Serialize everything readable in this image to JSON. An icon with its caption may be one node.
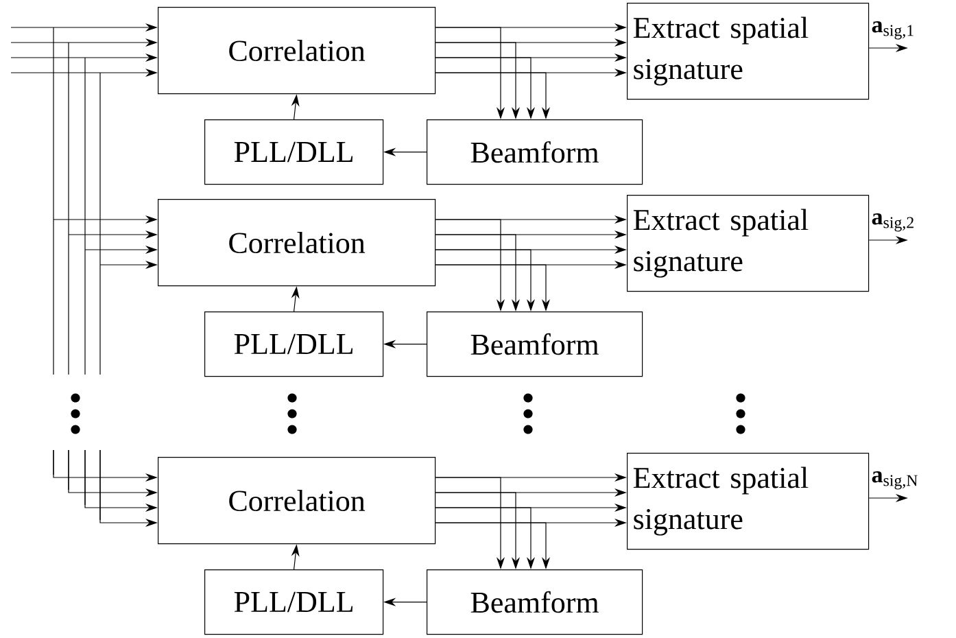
{
  "diagram": {
    "nodes": [
      {
        "text": [
          "Correlation"
        ]
      },
      {
        "text": [
          "Extract spatial signature"
        ]
      },
      {
        "text": [
          "PLL/DLL"
        ]
      },
      {
        "text": [
          "Beamform"
        ]
      },
      {
        "text": [
          "Correlation"
        ]
      },
      {
        "text": [
          "Extract spatial signature"
        ]
      },
      {
        "text": [
          "PLL/DLL"
        ]
      },
      {
        "text": [
          "Beamform"
        ]
      },
      {
        "text": [
          "Correlation"
        ]
      },
      {
        "text": [
          "Extract spatial signature"
        ]
      },
      {
        "text": [
          "PLL/DLL"
        ]
      },
      {
        "text": [
          "Beamform"
        ]
      }
    ],
    "edges": [
      {
        "from": null,
        "to": 0,
        "arrow": "to"
      },
      {
        "from": null,
        "to": 0,
        "arrow": "to"
      },
      {
        "from": null,
        "to": 0,
        "arrow": "to"
      },
      {
        "from": null,
        "to": 0,
        "arrow": "to"
      },
      {
        "from": 0,
        "to": 1,
        "arrow": "to"
      },
      {
        "from": 0,
        "to": 1,
        "arrow": "to"
      },
      {
        "from": 0,
        "to": 1,
        "arrow": "to"
      },
      {
        "from": 0,
        "to": 1,
        "arrow": "to"
      },
      {
        "from": 0,
        "to": 3,
        "arrow": "to"
      },
      {
        "from": 0,
        "to": 3,
        "arrow": "to"
      },
      {
        "from": 0,
        "to": 3,
        "arrow": "to"
      },
      {
        "from": 0,
        "to": 3,
        "arrow": "to"
      },
      {
        "from": 3,
        "to": 2,
        "arrow": "to"
      },
      {
        "from": 2,
        "to": 0,
        "arrow": "to"
      },
      {
        "from": 1,
        "to": null,
        "arrow": "to",
        "label": "**a**$_{sig,1}$"
      },
      {
        "from": null,
        "to": 4,
        "arrow": "to"
      },
      {
        "from": null,
        "to": 4,
        "arrow": "to"
      },
      {
        "from": null,
        "to": 4,
        "arrow": "to"
      },
      {
        "from": null,
        "to": 4,
        "arrow": "to"
      },
      {
        "from": 4,
        "to": 5,
        "arrow": "to"
      },
      {
        "from": 4,
        "to": 5,
        "arrow": "to"
      },
      {
        "from": 4,
        "to": 5,
        "arrow": "to"
      },
      {
        "from": 4,
        "to": 5,
        "arrow": "to"
      },
      {
        "from": 4,
        "to": 7,
        "arrow": "to"
      },
      {
        "from": 4,
        "to": 7,
        "arrow": "to"
      },
      {
        "from": 4,
        "to": 7,
        "arrow": "to"
      },
      {
        "from": 4,
        "to": 7,
        "arrow": "to"
      },
      {
        "from": 7,
        "to": 6,
        "arrow": "to"
      },
      {
        "from": 6,
        "to": 4,
        "arrow": "to"
      },
      {
        "from": 5,
        "to": null,
        "arrow": "to",
        "label": "**a**$_{sig,2}$"
      },
      {
        "from": null,
        "to": 8,
        "arrow": "to"
      },
      {
        "from": null,
        "to": 8,
        "arrow": "to"
      },
      {
        "from": null,
        "to": 8,
        "arrow": "to"
      },
      {
        "from": null,
        "to": 8,
        "arrow": "to"
      },
      {
        "from": 8,
        "to": 9,
        "arrow": "to"
      },
      {
        "from": 8,
        "to": 9,
        "arrow": "to"
      },
      {
        "from": 8,
        "to": 9,
        "arrow": "to"
      },
      {
        "from": 8,
        "to": 9,
        "arrow": "to"
      },
      {
        "from": 8,
        "to": 11,
        "arrow": "to"
      },
      {
        "from": 8,
        "to": 11,
        "arrow": "to"
      },
      {
        "from": 8,
        "to": 11,
        "arrow": "to"
      },
      {
        "from": 8,
        "to": 11,
        "arrow": "to"
      },
      {
        "from": 11,
        "to": 10,
        "arrow": "to"
      },
      {
        "from": 10,
        "to": 8,
        "arrow": "to"
      },
      {
        "from": 9,
        "to": null,
        "arrow": "to",
        "label": "**a**$_{sig,N}$"
      }
    ]
  }
}
